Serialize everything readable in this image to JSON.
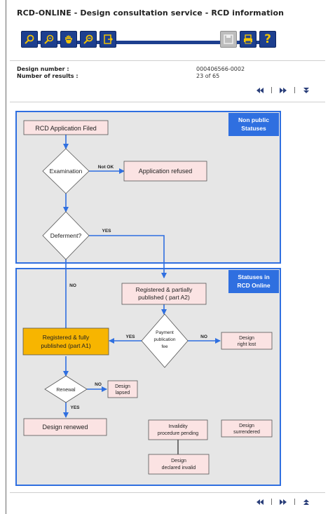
{
  "page_title": "RCD-ONLINE - Design consultation service - RCD information",
  "toolbar": {
    "left_buttons": [
      "search-icon",
      "advanced-search-icon",
      "hand-icon",
      "zoom-out-icon",
      "export-icon"
    ],
    "right_buttons": [
      "save-icon",
      "print-icon",
      "help-icon"
    ],
    "help_glyph": "?"
  },
  "info": {
    "design_number_label": "Design number :",
    "design_number_value": "000406566-0002",
    "results_label": "Number of results :",
    "results_value": "23 of 65"
  },
  "pager": {
    "sep": "|"
  },
  "flow": {
    "nonpublic_header_l1": "Non public",
    "nonpublic_header_l2": "Statuses",
    "online_header_l1": "Statuses in",
    "online_header_l2": "RCD Online",
    "filed": "RCD Application Filed",
    "examination": "Examination",
    "not_ok": "Not OK",
    "refused": "Application refused",
    "deferment": "Deferment?",
    "yes1": "YES",
    "no1": "NO",
    "partial_l1": "Registered & partially",
    "partial_l2": "published ( part A2)",
    "payment_l1": "Payment",
    "payment_l2": "publication",
    "payment_l3": "fee",
    "yes2": "YES",
    "no2": "NO",
    "right_lost_l1": "Design",
    "right_lost_l2": "right lost",
    "full_l1": "Registered & fully",
    "full_l2": "published (part A1)",
    "renewal": "Renewal",
    "no3": "NO",
    "yes3": "YES",
    "lapsed_l1": "Design",
    "lapsed_l2": "lapsed",
    "renewed": "Design renewed",
    "invalidity_l1": "Invalidity",
    "invalidity_l2": "procedure pending",
    "surrendered_l1": "Design",
    "surrendered_l2": "surrendered",
    "declared_l1": "Design",
    "declared_l2": "declared invalid"
  },
  "colors": {
    "navy": "#1d3f8f",
    "arrow": "#2f6fe0",
    "box_fill": "#fbe3e3",
    "highlight": "#f7b500",
    "panel": "#e6e6e6"
  }
}
